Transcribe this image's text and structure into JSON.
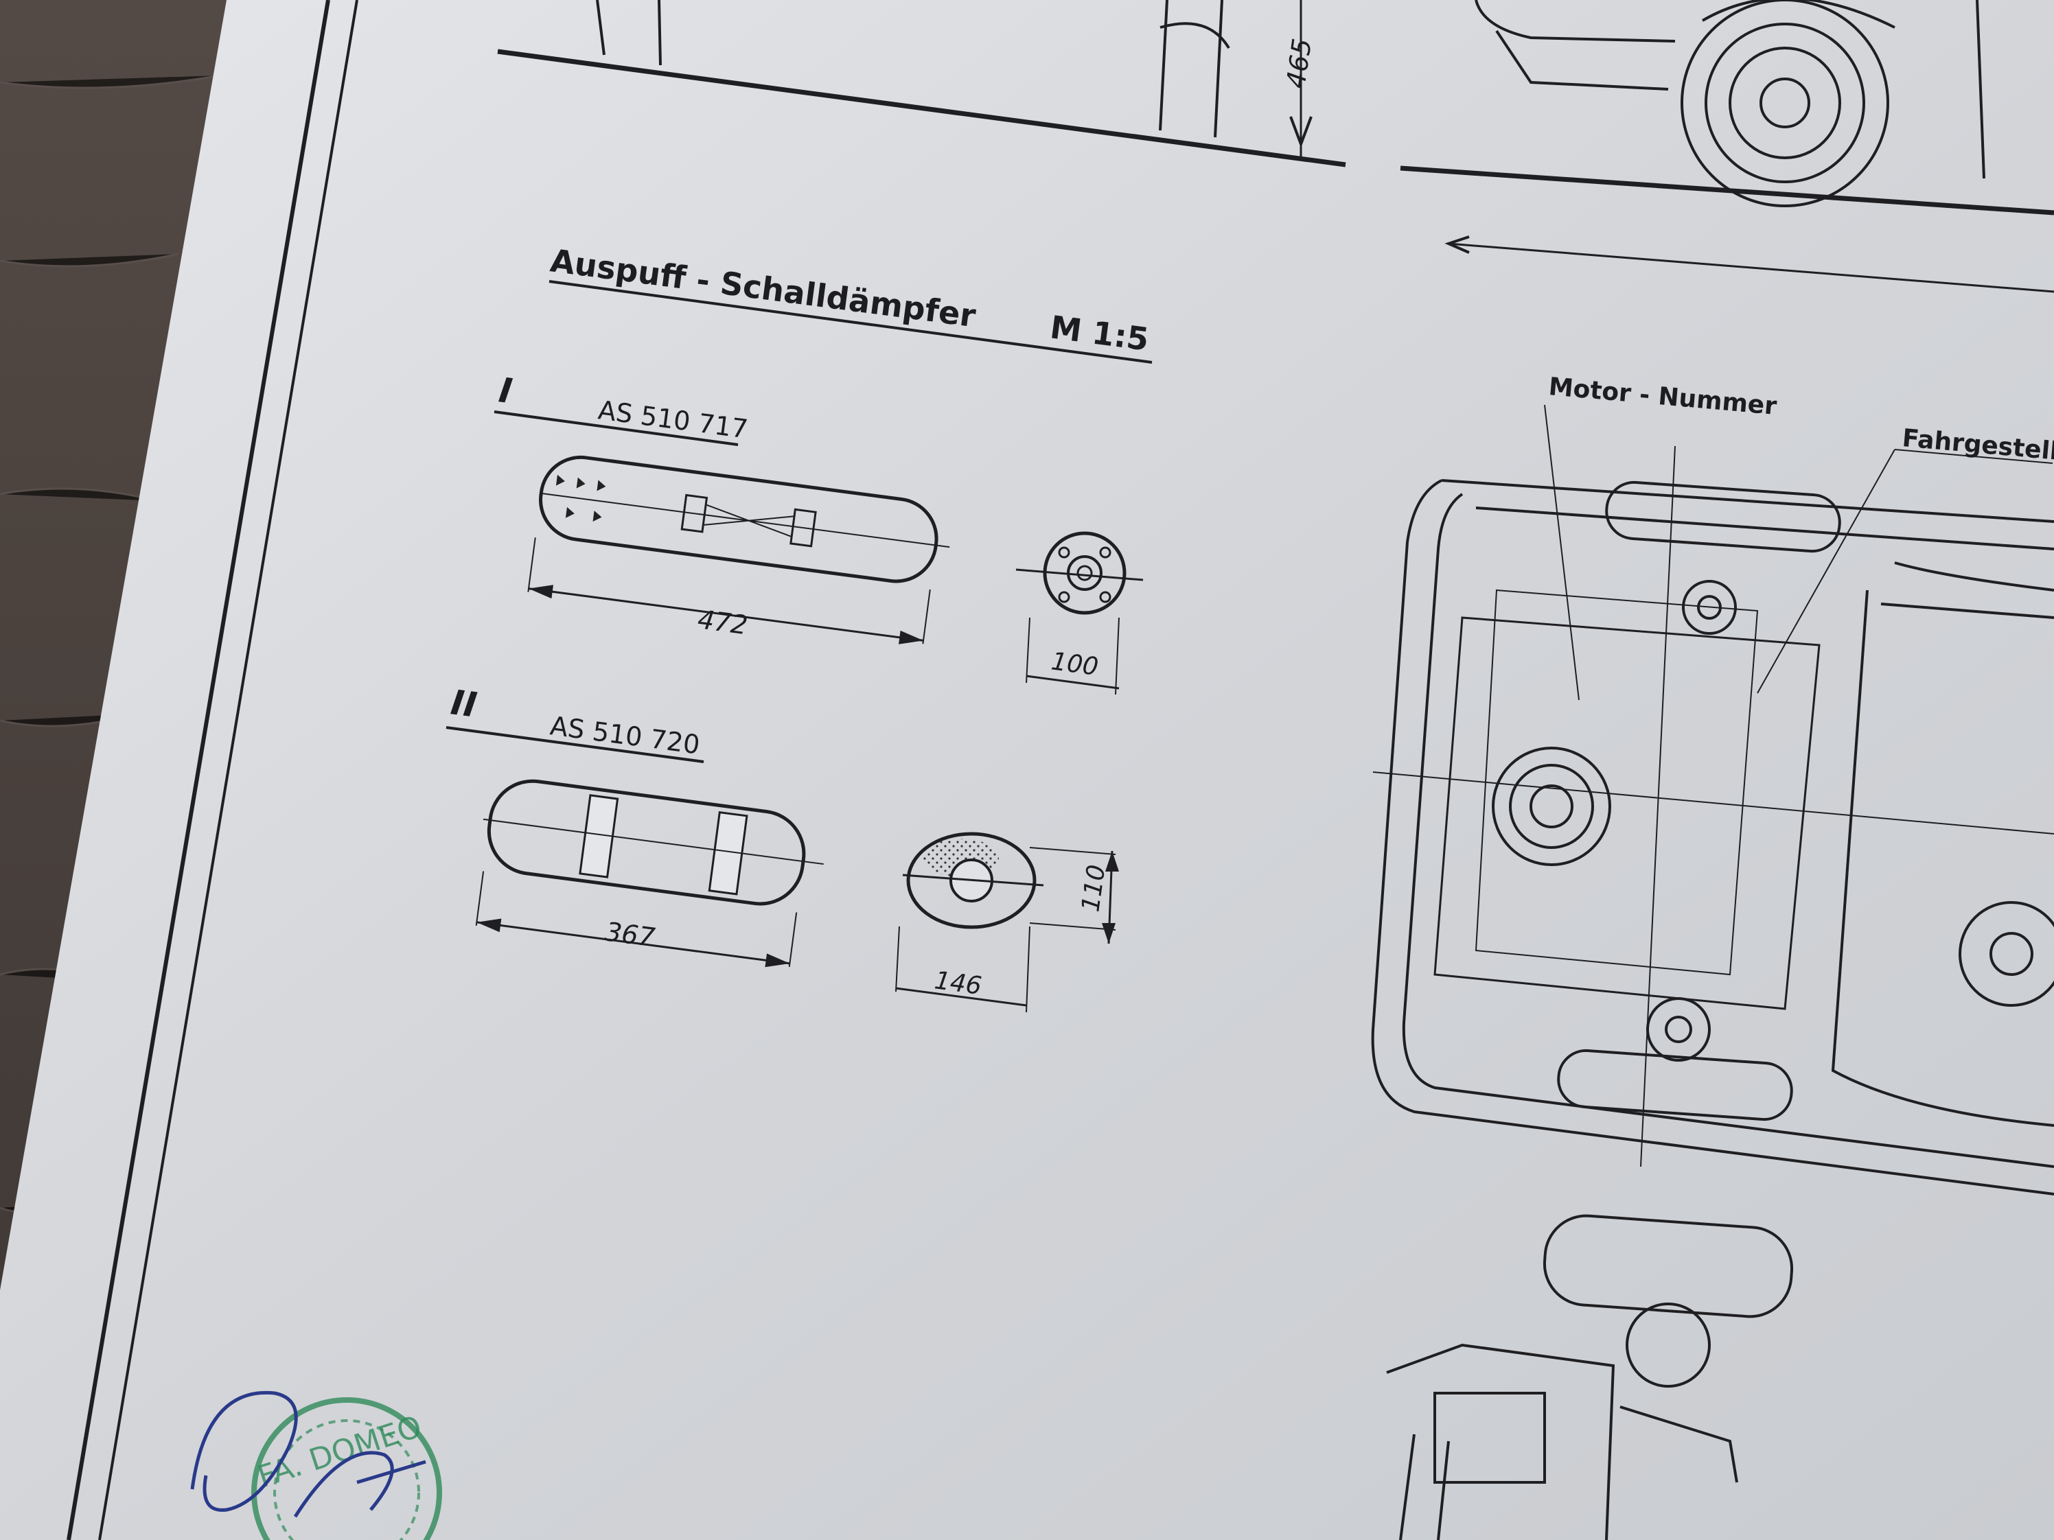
{
  "drawing": {
    "title": "Auspuff - Schalldämpfer",
    "scale": "M 1:5",
    "top_dimension": "465",
    "labels": {
      "engine_number": "Motor - Nummer",
      "chassis_number": "Fahrgestell -"
    }
  },
  "mufflers": [
    {
      "roman": "I",
      "part_no": "AS 510 717",
      "length": "472",
      "diameter": "100"
    },
    {
      "roman": "II",
      "part_no": "AS 510 720",
      "length": "367",
      "width": "146",
      "height": "110"
    }
  ],
  "stamp": {
    "text": "FA. DOMEO"
  },
  "colors": {
    "paper": "#d6d8dc",
    "ink": "#1f1f22",
    "desk": "#4a4340",
    "stamp": "#2f8a5a",
    "signature": "#2a3a8a"
  }
}
